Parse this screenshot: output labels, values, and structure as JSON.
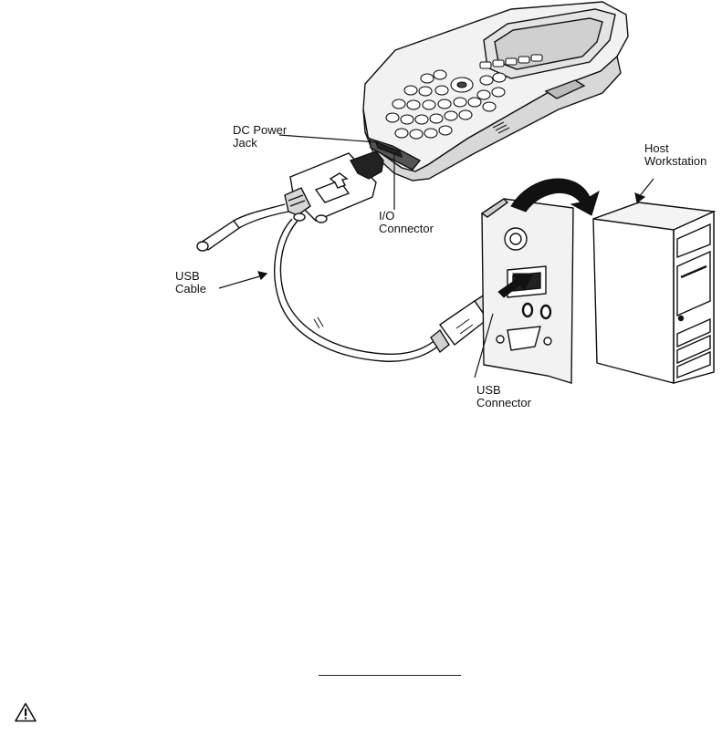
{
  "figure": {
    "labels": {
      "dc_power_jack": "DC Power\nJack",
      "io_connector": "I/O\nConnector",
      "host_workstation": "Host\nWorkstation",
      "usb_cable": "USB\nCable",
      "usb_connector": "USB\nConnector"
    },
    "icons": {
      "warning": "warning-icon"
    },
    "colors": {
      "ink": "#111111",
      "device_body": "#e6e6e6",
      "screen": "#d9d9d9",
      "panel": "#f0f0f0"
    }
  }
}
